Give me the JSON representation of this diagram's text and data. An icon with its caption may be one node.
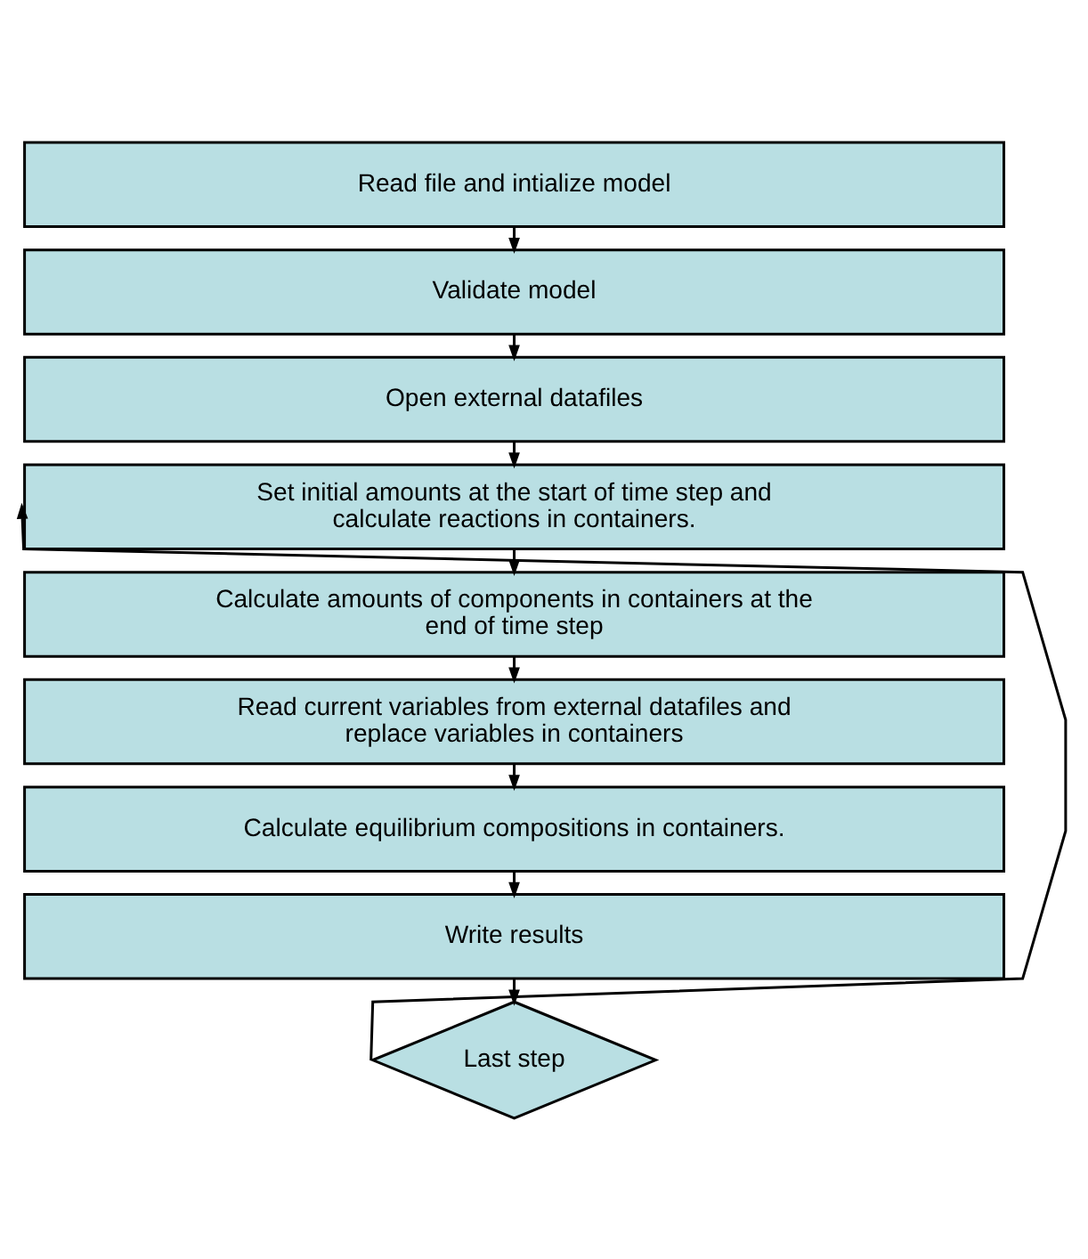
{
  "diagram": {
    "nodes": [
      {
        "text": [
          "Read file and intialize model"
        ]
      },
      {
        "text": [
          "Validate model"
        ]
      },
      {
        "text": [
          "Open external datafiles"
        ]
      },
      {
        "text": [
          "Set initial amounts at the start of time step and calculate reactions in containers."
        ]
      },
      {
        "text": [
          "Calculate amounts of components in containers at the end of time step"
        ]
      },
      {
        "text": [
          "Read current variables from external datafiles and replace variables in containers"
        ]
      },
      {
        "text": [
          "Calculate equilibrium compositions in containers."
        ]
      },
      {
        "text": [
          "Write results"
        ]
      },
      {
        "text": [
          "Last step"
        ]
      }
    ],
    "edges": [
      {
        "from": 0,
        "to": 1,
        "arrow": "to"
      },
      {
        "from": 1,
        "to": 2,
        "arrow": "to"
      },
      {
        "from": 2,
        "to": 3,
        "arrow": "to"
      },
      {
        "from": 3,
        "to": 4,
        "arrow": "to"
      },
      {
        "from": 4,
        "to": 5,
        "arrow": "to"
      },
      {
        "from": 5,
        "to": 6,
        "arrow": "to"
      },
      {
        "from": 6,
        "to": 7,
        "arrow": "to"
      },
      {
        "from": 7,
        "to": 8,
        "arrow": "to"
      },
      {
        "from": 8,
        "to": 3,
        "arrow": "to"
      }
    ]
  }
}
